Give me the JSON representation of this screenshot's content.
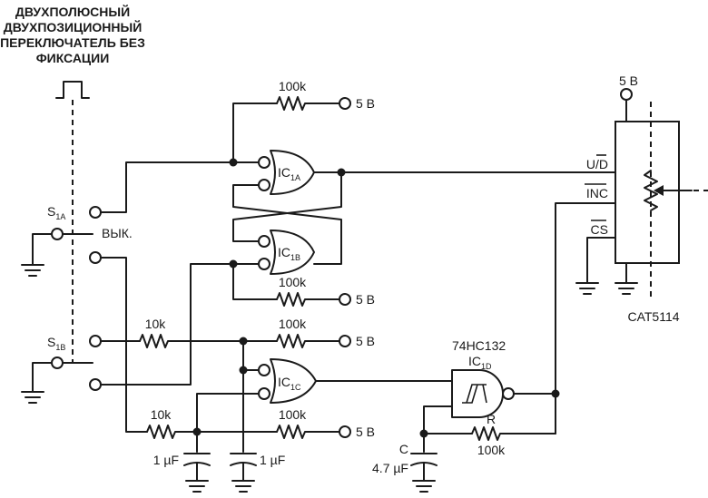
{
  "switch_caption": [
    "ДВУХПОЛЮСНЫЙ",
    "ДВУХПОЗИЦИОННЫЙ",
    "ПЕРЕКЛЮЧАТЕЛЬ БЕЗ",
    "ФИКСАЦИИ"
  ],
  "switches": {
    "s1a": {
      "main": "S",
      "sub": "1A"
    },
    "s1b": {
      "main": "S",
      "sub": "1B"
    },
    "off_label": "ВЫК."
  },
  "gates": {
    "ic1a": {
      "main": "IC",
      "sub": "1A"
    },
    "ic1b": {
      "main": "IC",
      "sub": "1B"
    },
    "ic1c": {
      "main": "IC",
      "sub": "1C"
    },
    "ic1d": {
      "main": "IC",
      "sub": "1D"
    },
    "ic1d_part": "74HC132"
  },
  "supplies": {
    "top": "5 В",
    "mid": "5 В",
    "row3": "5 В",
    "row4": "5 В",
    "pot": "5 В"
  },
  "resistors": {
    "r_top": "100k",
    "r_mid": "100k",
    "r_row3_left": "10k",
    "r_row3_right": "100k",
    "r_row4_left": "10k",
    "r_row4_right": "100k",
    "r_fb_name": "R",
    "r_fb_value": "100k"
  },
  "capacitors": {
    "c1": "1 µF",
    "c2": "1 µF",
    "c_name": "C",
    "c_value": "4.7 µF"
  },
  "potentiometer": {
    "part": "CAT5114",
    "pin_ud": "U/D",
    "pin_ud_bar": "D",
    "pin_inc": "INC",
    "pin_cs": "CS"
  }
}
